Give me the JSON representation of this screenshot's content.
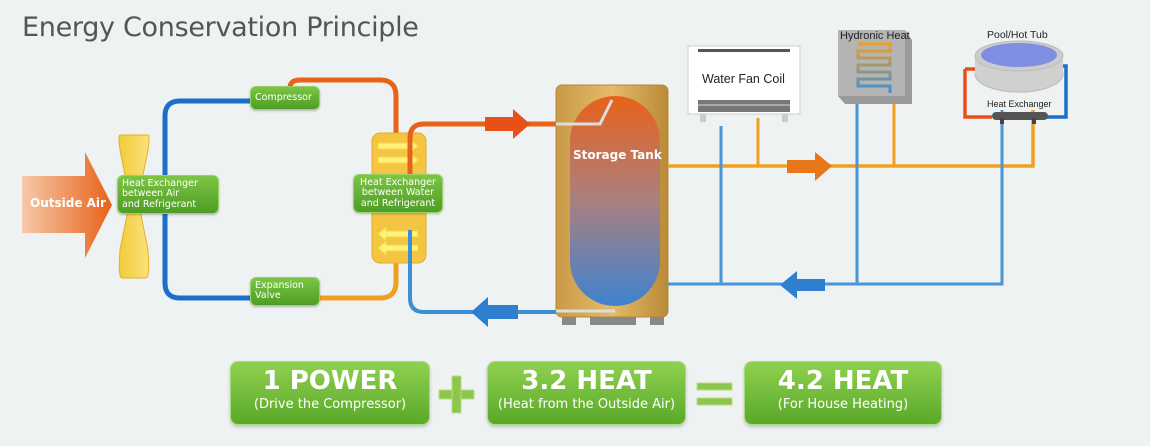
{
  "title": "Energy Conservation Principle",
  "components": {
    "outside_air": "Outside Air",
    "air_heat_exchanger": [
      "Heat Exchanger",
      "between Air",
      "and Refrigerant"
    ],
    "compressor": "Compressor",
    "expansion_valve": [
      "Expansion",
      "Valve"
    ],
    "water_heat_exchanger": [
      "Heat Exchanger",
      "between Water",
      "and Refrigerant"
    ],
    "storage_tank": "Storage Tank",
    "water_fan_coil": "Water Fan Coil",
    "hydronic_heat": "Hydronic Heat",
    "pool": "Pool/Hot Tub",
    "pool_heat_exchanger": "Heat Exchanger"
  },
  "equation": {
    "term1": {
      "value": "1 POWER",
      "note": "(Drive the Compressor)"
    },
    "operator1": "+",
    "term2": {
      "value": "3.2 HEAT",
      "note": "(Heat from the Outside Air)"
    },
    "operator2": "=",
    "result": {
      "value": "4.2 HEAT",
      "note": "(For House Heating)"
    }
  },
  "colors": {
    "hot": "#e8621a",
    "warm": "#f0a020",
    "cold": "#3a8fd6",
    "green": "#5aa82a",
    "tank": "#d9ae5a"
  }
}
